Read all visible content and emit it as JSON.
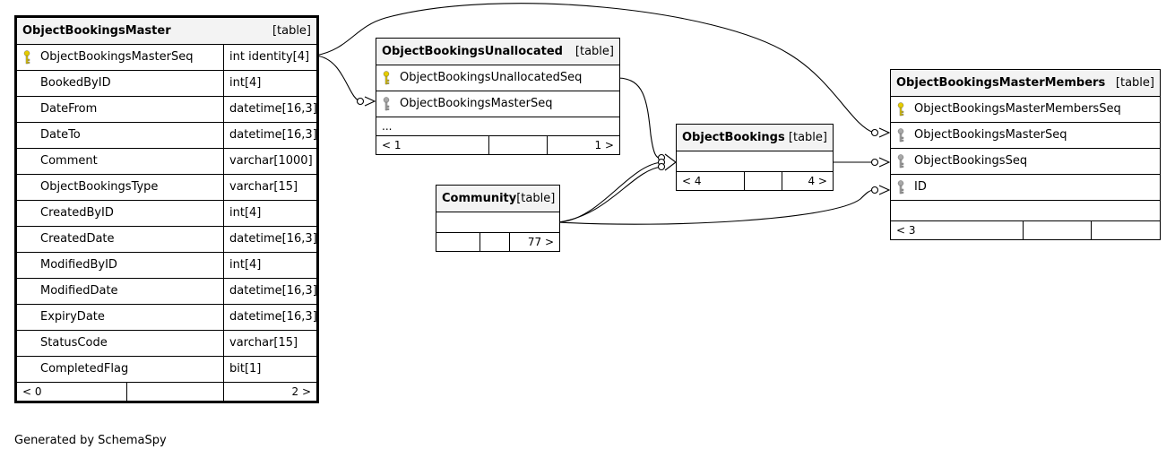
{
  "colors": {
    "primary_key": "#e6cc00",
    "foreign_key": "#a8a8a8",
    "header_bg": "#f3f3f3",
    "line": "#000000"
  },
  "tables": {
    "master": {
      "name": "ObjectBookingsMaster",
      "kind": "[table]",
      "columns": [
        {
          "name": "ObjectBookingsMasterSeq",
          "type": "int identity[4]",
          "key": "primary-key-icon"
        },
        {
          "name": "BookedByID",
          "type": "int[4]",
          "key": ""
        },
        {
          "name": "DateFrom",
          "type": "datetime[16,3]",
          "key": ""
        },
        {
          "name": "DateTo",
          "type": "datetime[16,3]",
          "key": ""
        },
        {
          "name": "Comment",
          "type": "varchar[1000]",
          "key": ""
        },
        {
          "name": "ObjectBookingsType",
          "type": "varchar[15]",
          "key": ""
        },
        {
          "name": "CreatedByID",
          "type": "int[4]",
          "key": ""
        },
        {
          "name": "CreatedDate",
          "type": "datetime[16,3]",
          "key": ""
        },
        {
          "name": "ModifiedByID",
          "type": "int[4]",
          "key": ""
        },
        {
          "name": "ModifiedDate",
          "type": "datetime[16,3]",
          "key": ""
        },
        {
          "name": "ExpiryDate",
          "type": "datetime[16,3]",
          "key": ""
        },
        {
          "name": "StatusCode",
          "type": "varchar[15]",
          "key": ""
        },
        {
          "name": "CompletedFlag",
          "type": "bit[1]",
          "key": ""
        }
      ],
      "footer_left": "< 0",
      "footer_right": "2 >"
    },
    "unallocated": {
      "name": "ObjectBookingsUnallocated",
      "kind": "[table]",
      "columns": [
        {
          "name": "ObjectBookingsUnallocatedSeq",
          "key": "primary-key-icon"
        },
        {
          "name": "ObjectBookingsMasterSeq",
          "key": "foreign-key-icon"
        }
      ],
      "ellipsis": "...",
      "footer_left": "< 1",
      "footer_right": "1 >"
    },
    "community": {
      "name": "Community",
      "kind": "[table]",
      "footer_right": "77 >"
    },
    "bookings": {
      "name": "ObjectBookings",
      "kind": "[table]",
      "footer_left": "< 4",
      "footer_right": "4 >"
    },
    "members": {
      "name": "ObjectBookingsMasterMembers",
      "kind": "[table]",
      "columns": [
        {
          "name": "ObjectBookingsMasterMembersSeq",
          "key": "primary-key-icon"
        },
        {
          "name": "ObjectBookingsMasterSeq",
          "key": "foreign-key-icon"
        },
        {
          "name": "ObjectBookingsSeq",
          "key": "foreign-key-icon"
        },
        {
          "name": "ID",
          "key": "foreign-key-icon"
        }
      ],
      "footer_left": "< 3"
    }
  },
  "footer": {
    "generated_by": "Generated by SchemaSpy"
  }
}
